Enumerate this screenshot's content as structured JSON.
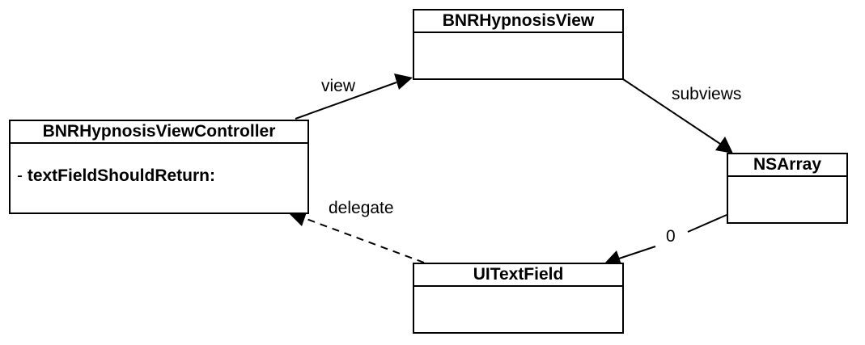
{
  "classes": {
    "hypnosis_view": {
      "name": "BNRHypnosisView"
    },
    "view_controller": {
      "name": "BNRHypnosisViewController",
      "method_prefix": "- ",
      "method_name": "textFieldShouldReturn:"
    },
    "ns_array": {
      "name": "NSArray"
    },
    "text_field": {
      "name": "UITextField"
    }
  },
  "relations": {
    "view": {
      "label": "view",
      "style": "solid"
    },
    "subviews": {
      "label": "subviews",
      "style": "solid"
    },
    "index_zero": {
      "label": "0",
      "style": "solid"
    },
    "delegate": {
      "label": "delegate",
      "style": "dashed"
    }
  }
}
